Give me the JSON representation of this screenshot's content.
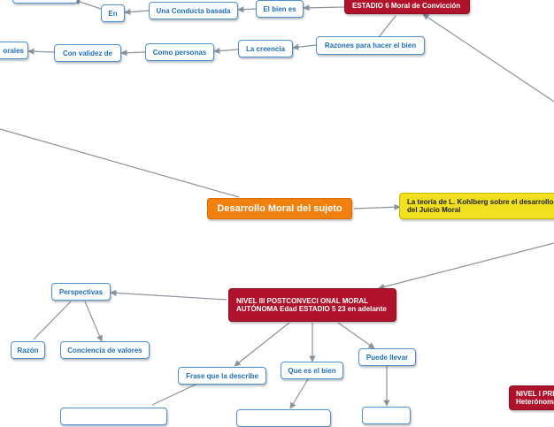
{
  "colors": {
    "edge": "#8a929c",
    "box_border": "#4a90d0",
    "box_text": "#1f6fb5",
    "central": "#f08010",
    "red": "#b0122b",
    "yellow": "#f0e020"
  },
  "nodes": {
    "desarrollo": "Desarrollo Moral del sujeto",
    "teoria": "La teoría de L. Kohlberg sobre el desarrollo del Juicio Moral",
    "nivel3": "NIVEL III  POSTCONVECI ONAL  MORAL AUTÓNOMA  Edad  ESTADIO 5  23 en adelante",
    "nivel1": "NIVEL I  PRE Heterónoma",
    "estadio6": "ESTADIO 6  Moral de Convicción",
    "el_bien_es": "El bien es",
    "conducta": "Una Conducta basada",
    "en": "En",
    "razones": "Razones para hacer el bien",
    "creencia": "La creencia",
    "como_personas": "Como personas",
    "validez": "Con validez de",
    "morales": "orales",
    "perspectivas": "Perspectivas",
    "razon": "Razón",
    "conciencia": "Conciencia de valores",
    "frase": "Frase que la describe",
    "que_es": "Que es el bien",
    "puede": "Puede llevar",
    "bottom_a": "",
    "bottom_b": "",
    "bottom_c": ""
  }
}
